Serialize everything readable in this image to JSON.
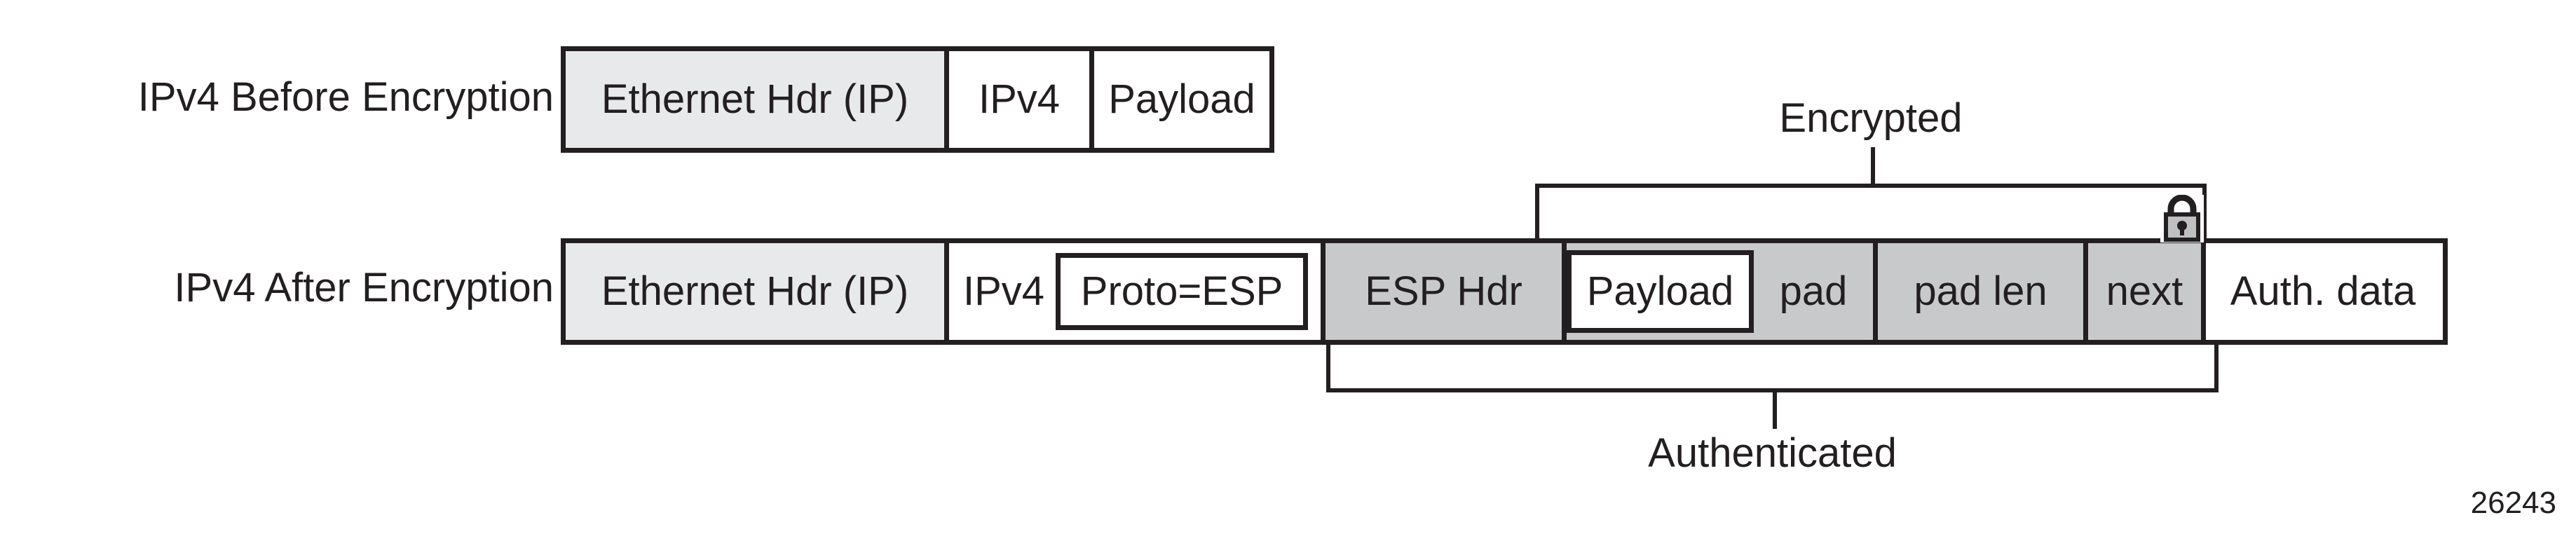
{
  "figure": {
    "number": "26243",
    "colors": {
      "ink": "#231f20",
      "background": "#ffffff",
      "light_gray_fill": "#e8e9ea",
      "gray_fill": "#c8c9cb"
    }
  },
  "rows": [
    {
      "label": "IPv4 Before Encryption",
      "cells": [
        {
          "text": "Ethernet Hdr (IP)",
          "fill": "light"
        },
        {
          "text": "IPv4",
          "fill": "white"
        },
        {
          "text": "Payload",
          "fill": "white"
        }
      ]
    },
    {
      "label": "IPv4 After Encryption",
      "cells": [
        {
          "text": "Ethernet Hdr (IP)",
          "fill": "light"
        },
        {
          "text": "IPv4",
          "fill": "white",
          "subbox": "Proto=ESP"
        },
        {
          "text": "ESP Hdr",
          "fill": "gray"
        },
        {
          "text": "Payload",
          "fill": "gray",
          "inset": true
        },
        {
          "text": "pad",
          "fill": "gray"
        },
        {
          "text": "pad len",
          "fill": "gray"
        },
        {
          "text": "next",
          "fill": "gray"
        },
        {
          "text": "Auth. data",
          "fill": "white"
        }
      ]
    }
  ],
  "brackets": [
    {
      "label": "Encrypted",
      "spans": "Payload through next"
    },
    {
      "label": "Authenticated",
      "spans": "ESP Hdr through next"
    }
  ],
  "icons": {
    "padlock": "padlock-icon"
  }
}
